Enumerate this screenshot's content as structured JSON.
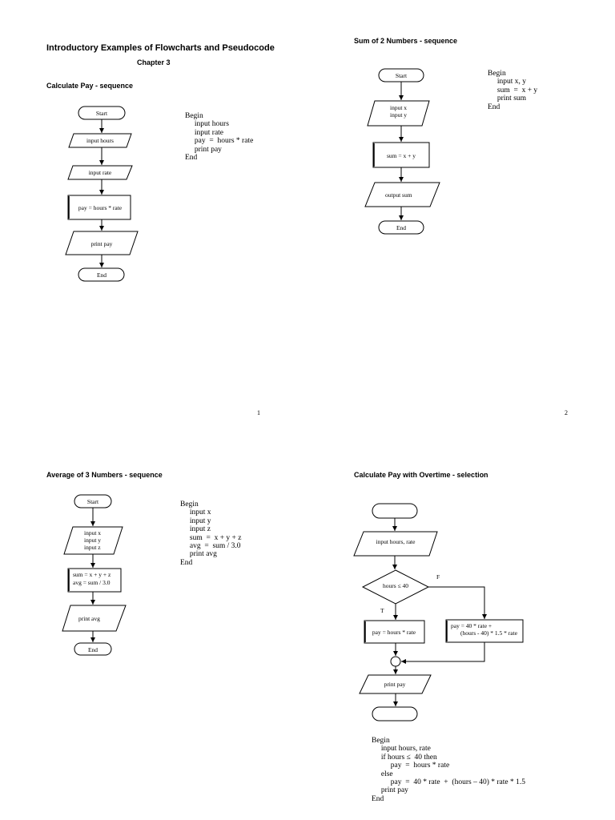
{
  "doc": {
    "title": "Introductory Examples of Flowcharts and Pseudocode",
    "chapter": "Chapter 3"
  },
  "slide1": {
    "heading": "Calculate Pay - sequence",
    "page": "1",
    "nodes": [
      "Start",
      "input  hours",
      "input rate",
      "pay = hours * rate",
      "print pay",
      "End"
    ],
    "code": [
      "Begin",
      "     input hours",
      "     input rate",
      "     pay  =  hours * rate",
      "     print pay",
      "End"
    ]
  },
  "slide2": {
    "heading": "Sum of 2 Numbers - sequence",
    "page": "2",
    "nodes": [
      "Start",
      "input x",
      "input y",
      "sum = x + y",
      "output sum",
      "End"
    ],
    "code": [
      "Begin",
      "     input x, y",
      "     sum  =  x + y",
      "     print sum",
      "End"
    ]
  },
  "slide3": {
    "heading": "Average of 3 Numbers - sequence",
    "nodes": [
      "Start",
      "input x",
      "input y",
      "input z",
      "sum = x + y + z",
      "avg  = sum / 3.0",
      "print avg",
      "End"
    ],
    "code": [
      "Begin",
      "     input x",
      "     input y",
      "     input z",
      "     sum  =  x + y + z",
      "     avg  =  sum / 3.0",
      "     print avg",
      "End"
    ]
  },
  "slide4": {
    "heading": "Calculate Pay with Overtime - selection",
    "nodes": [
      "input  hours, rate",
      "hours ≤ 40",
      "F",
      "T",
      "pay = hours * rate",
      "pay = 40 * rate +",
      "(hours - 40) * 1.5 * rate",
      "print pay"
    ],
    "code": [
      "Begin",
      "     input hours, rate",
      "     if hours ≤  40 then",
      "          pay  =  hours * rate",
      "     else",
      "          pay  =  40 * rate  +  (hours – 40) * rate * 1.5",
      "     print pay",
      "End"
    ]
  }
}
